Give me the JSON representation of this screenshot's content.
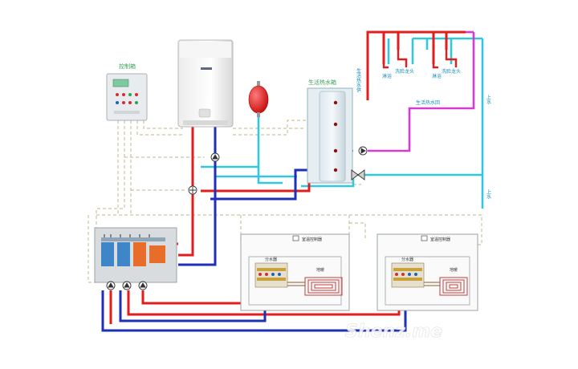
{
  "labels": {
    "control_box": "控制箱",
    "water_tank": "生活热水箱",
    "hot_water_supply": "生活热水供",
    "hot_water_return": "生活热水回",
    "tap_1": "淋浴",
    "tap_2": "洗脸龙头",
    "tap_3": "淋浴",
    "tap_4": "洗脸龙头",
    "cold_water_top": "上水",
    "cold_water_bottom": "上水",
    "thermostat_1": "室温控制器",
    "thermostat_2": "室温控制器",
    "manifold_1": "分水器",
    "manifold_2": "分水器",
    "floor_heat_1": "地暖",
    "floor_heat_2": "地暖",
    "watermark": "Shenz.me"
  },
  "colors": {
    "hot_pipe": "#e21d1d",
    "cold_pipe": "#1f2fb8",
    "cold_water_pipe": "#33c6e0",
    "return_pipe": "#d63ad6",
    "control_wire": "#b9b58a",
    "label_blue": "#1a8fb5",
    "label_green": "#3aa35a"
  },
  "icons": {
    "boiler": "wall-boiler-icon",
    "expansion_tank": "expansion-tank-icon",
    "pump": "pump-icon",
    "controller": "control-box-icon",
    "hydraulic_separator": "hydraulic-separator-icon",
    "manifold": "manifold-icon",
    "floor_coil": "floor-heating-coil-icon"
  }
}
